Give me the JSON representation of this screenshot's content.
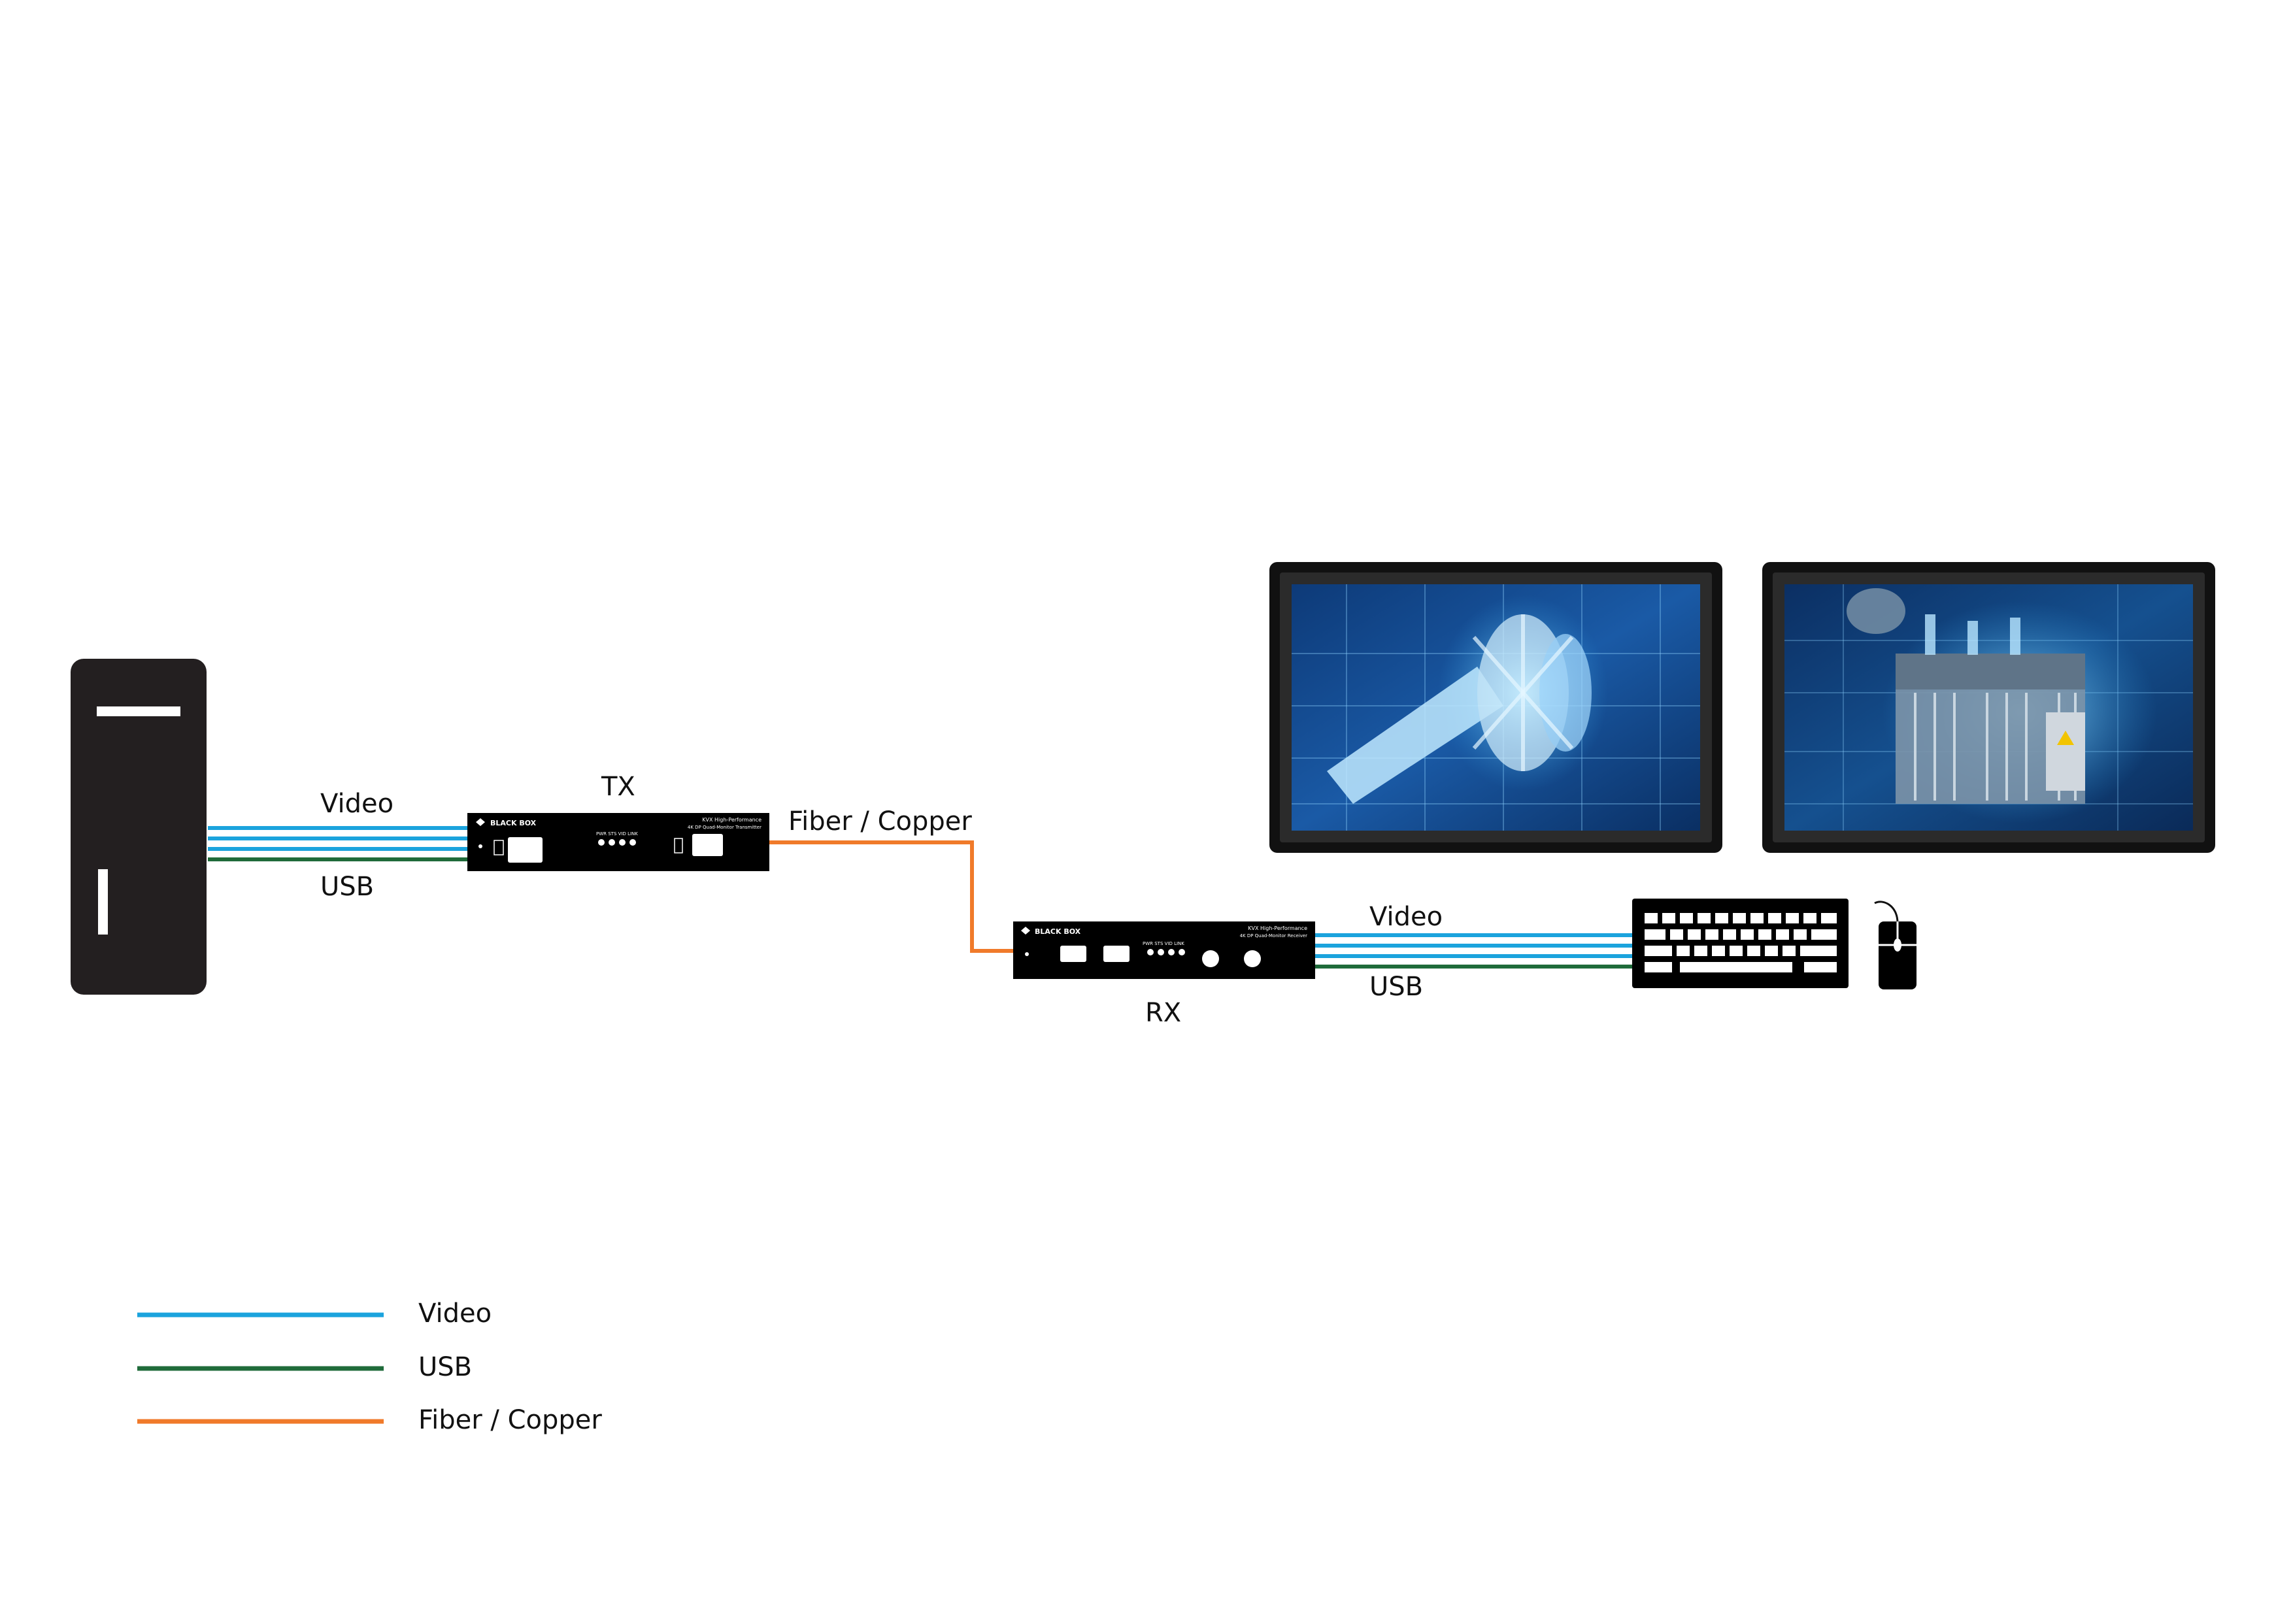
{
  "colors": {
    "video": "#1ba3dd",
    "usb": "#1f6b3a",
    "fiber_copper": "#f07a2a",
    "device": "#000000",
    "computer": "#231f20"
  },
  "labels": {
    "tx": "TX",
    "rx": "RX",
    "video_left": "Video",
    "usb_left": "USB",
    "fiber_copper": "Fiber / Copper",
    "video_right": "Video",
    "usb_right": "USB"
  },
  "tx_device": {
    "brand": "BLACK BOX",
    "line1": "KVX High-Performance",
    "line2": "4K DP Quad-Monitor Transmitter",
    "leds": "PWR  STS  VID  LINK"
  },
  "rx_device": {
    "brand": "BLACK BOX",
    "line1": "KVX High-Performance",
    "line2": "4K DP Quad-Monitor Receiver",
    "leds": "PWR  STS  VID  LINK"
  },
  "icons": {
    "computer": "computer-tower-icon",
    "monitor_1": "monitor-turbine-icon",
    "monitor_2": "monitor-transformer-icon",
    "keyboard": "keyboard-icon",
    "mouse": "mouse-icon"
  },
  "legend": [
    {
      "label": "Video"
    },
    {
      "label": "USB"
    },
    {
      "label": "Fiber / Copper"
    }
  ]
}
